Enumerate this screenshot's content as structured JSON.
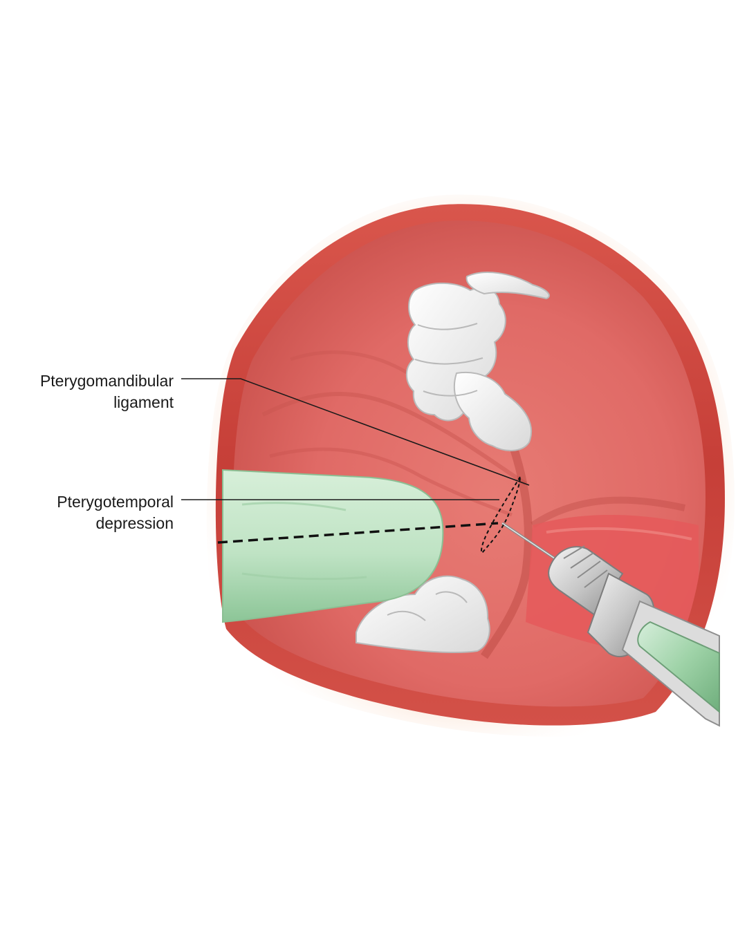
{
  "figure": {
    "labels": [
      {
        "id": "pterygomandibular",
        "lines": [
          "Pterygomandibular",
          "ligament"
        ]
      },
      {
        "id": "pterygotemporal",
        "lines": [
          "Pterygotemporal",
          "depression"
        ]
      }
    ],
    "colors": {
      "lip": "#c9453e",
      "mucosa": "#e06a66",
      "tooth": "#ffffff",
      "glove": "#bfe3c4",
      "syringe_metal": "#c8c8c8",
      "syringe_glass": "#9fd3a8",
      "leader_line": "#1a1a1a"
    },
    "icons": [
      "mouth-illustration",
      "upper-molars",
      "lower-molars",
      "gloved-finger",
      "syringe-icon",
      "needle"
    ]
  }
}
